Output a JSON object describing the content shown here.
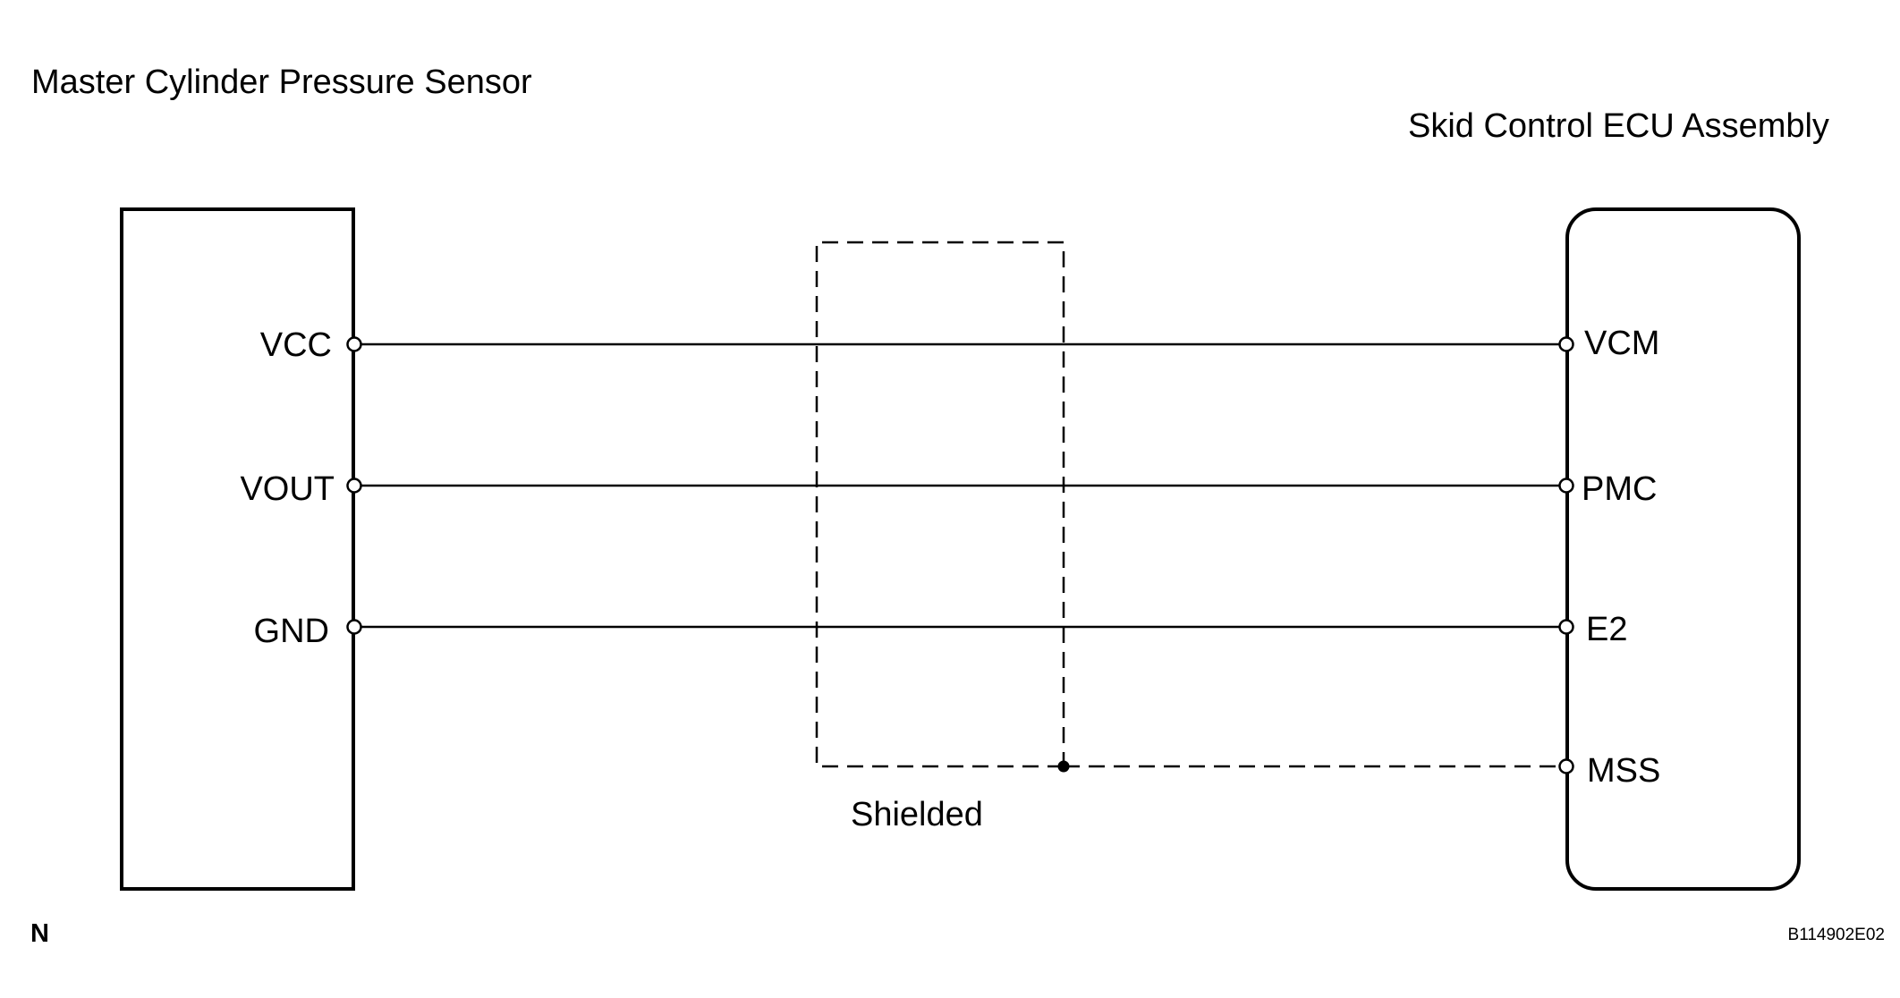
{
  "sensor": {
    "title": "Master Cylinder Pressure Sensor",
    "pins": [
      "VCC",
      "VOUT",
      "GND"
    ]
  },
  "ecu": {
    "title": "Skid Control ECU Assembly",
    "pins": [
      "VCM",
      "PMC",
      "E2",
      "MSS"
    ]
  },
  "shield": {
    "label": "Shielded"
  },
  "footer": {
    "mark": "N",
    "code": "B114902E02"
  }
}
